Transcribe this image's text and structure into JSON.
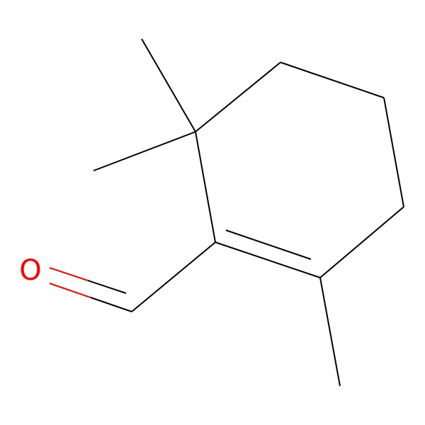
{
  "molecule": {
    "atoms": [
      {
        "id": "O1",
        "element": "O",
        "label": "O",
        "color": "#ff0000"
      }
    ],
    "colors": {
      "bond": "#000000",
      "oxygen": "#ff0000"
    }
  }
}
